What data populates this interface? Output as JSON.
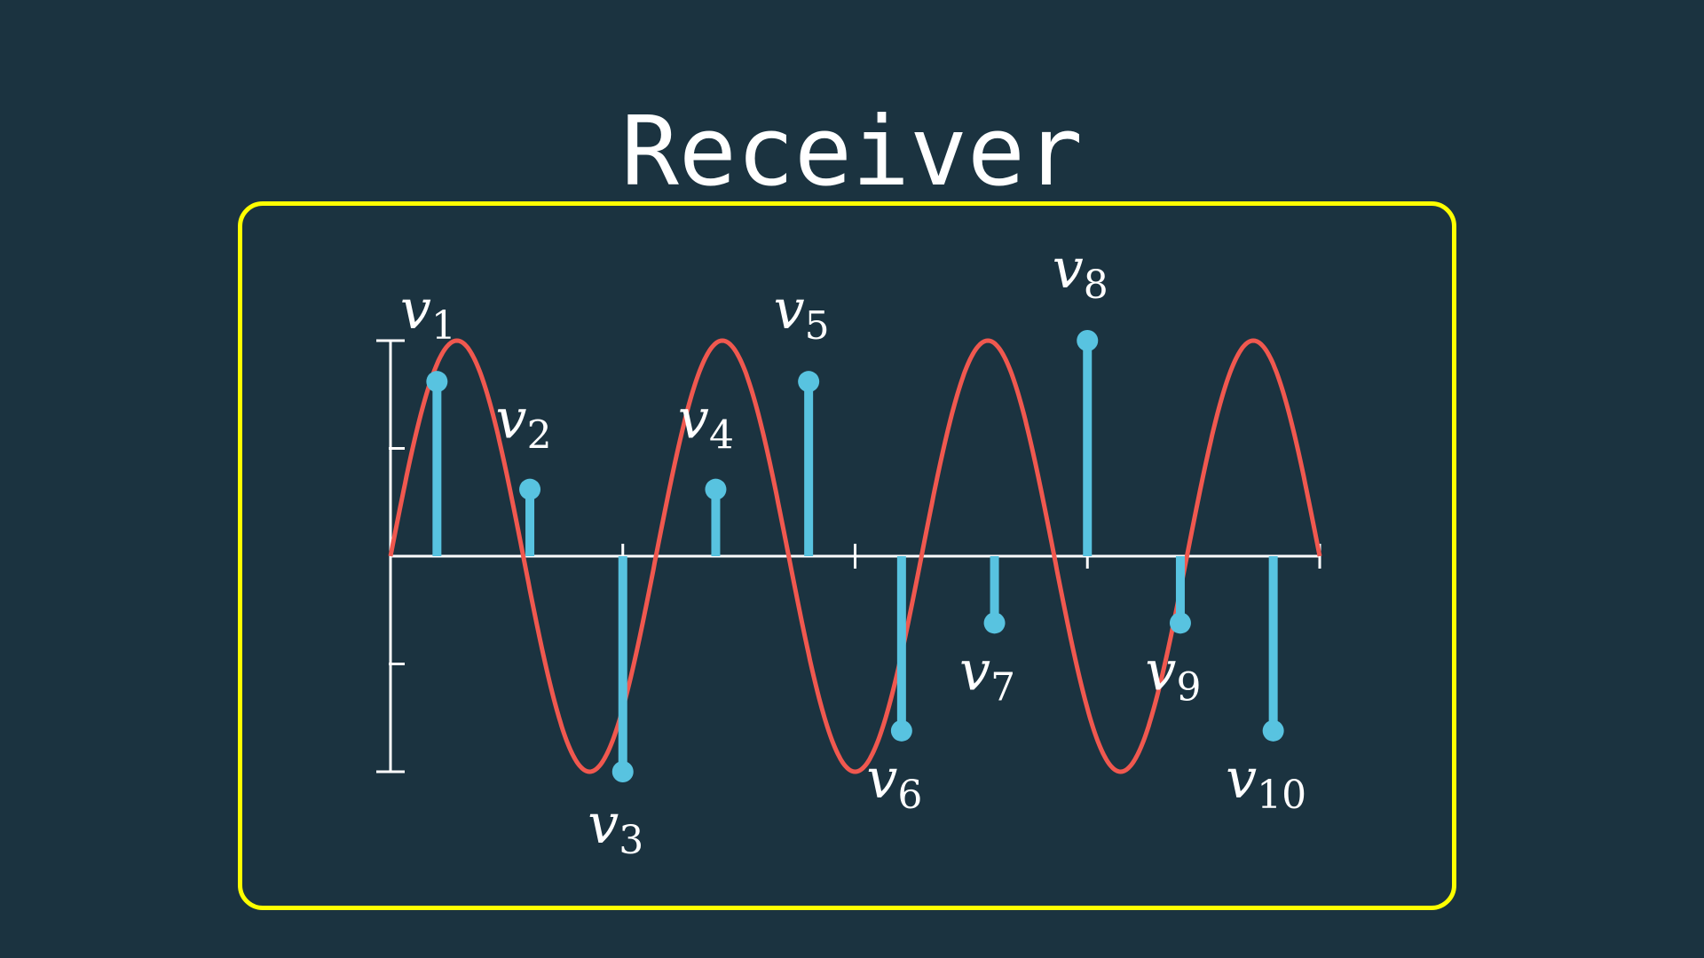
{
  "title": "Receiver",
  "colors": {
    "background": "#1b3340",
    "frame": "#ffff00",
    "wave": "#f0584f",
    "wave_dim": "#4a3238",
    "sample": "#58c3e0",
    "axis": "#ffffff"
  },
  "chart_data": {
    "type": "stem",
    "wave": {
      "amplitude": 1,
      "periods": 3.5,
      "x_range": [
        0,
        20
      ]
    },
    "y_ticks": [
      -1,
      -0.5,
      0,
      0.5,
      1
    ],
    "x_ticks": [
      0,
      5,
      10,
      15,
      20
    ],
    "samples": [
      {
        "name": "v",
        "sub": "1",
        "t": 1,
        "v": 0.81
      },
      {
        "name": "v",
        "sub": "2",
        "t": 3,
        "v": 0.31
      },
      {
        "name": "v",
        "sub": "3",
        "t": 5,
        "v": -1.0
      },
      {
        "name": "v",
        "sub": "4",
        "t": 7,
        "v": 0.31
      },
      {
        "name": "v",
        "sub": "5",
        "t": 9,
        "v": 0.81
      },
      {
        "name": "v",
        "sub": "6",
        "t": 11,
        "v": -0.81
      },
      {
        "name": "v",
        "sub": "7",
        "t": 13,
        "v": -0.31
      },
      {
        "name": "v",
        "sub": "8",
        "t": 15,
        "v": 1.0
      },
      {
        "name": "v",
        "sub": "9",
        "t": 17,
        "v": -0.31
      },
      {
        "name": "v",
        "sub": "10",
        "t": 19,
        "v": -0.81
      }
    ]
  }
}
